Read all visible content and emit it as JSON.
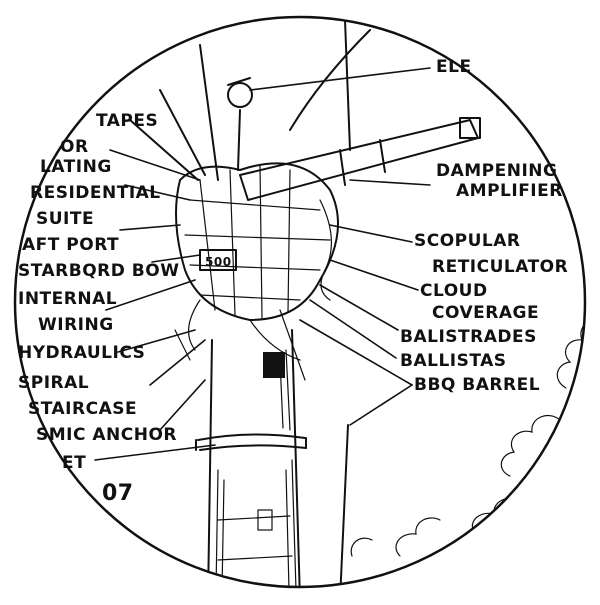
{
  "illustration": {
    "subject": "tower-with-antenna-cluster",
    "frame": "circle",
    "ink_color": "#111111",
    "paper_color": "#ffffff"
  },
  "labels_left": [
    "TAPES",
    "OR",
    "LATING",
    "RESIDENTIAL",
    "SUITE",
    "AFT PORT",
    "STARBQRD BOW",
    "INTERNAL",
    "WIRING",
    "HYDRAULICS",
    "SPIRAL",
    "STAIRCASE",
    "SMIC ANCHOR",
    "ET"
  ],
  "labels_right": [
    "ELE",
    "DAMPENING",
    "AMPLIFIER",
    "SCOPULAR",
    "RETICULATOR",
    "CLOUD",
    "COVERAGE",
    "BALISTRADES",
    "BALLISTAS",
    "BBQ BARREL"
  ],
  "tower_marking": "500",
  "corner_mark": "07"
}
